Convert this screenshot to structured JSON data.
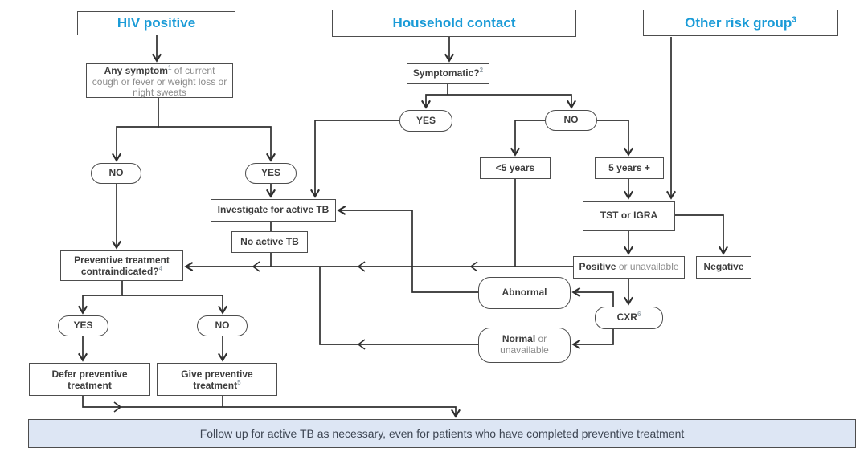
{
  "palette": {
    "accent_blue": "#1a9bd7",
    "box_border": "#4d4d4d",
    "line_color": "#2f2f2f",
    "text_dark": "#3d3d3d",
    "text_gray": "#8c8c8c",
    "bar_fill": "#dde6f4"
  },
  "headers": {
    "hiv": "HIV positive",
    "household": "Household contact",
    "other": "Other risk group",
    "other_sup": "3"
  },
  "nodes": {
    "symptom_bold": "Any symptom",
    "symptom_sup": "1",
    "symptom_rest": " of current cough or fever or weight loss or night sweats",
    "symptomatic": "Symptomatic?",
    "symptomatic_sup": "2",
    "hiv_no": "NO",
    "hiv_yes": "YES",
    "hh_yes": "YES",
    "hh_no": "NO",
    "under5": "<5 years",
    "over5": "5 years +",
    "investigate": "Investigate for active TB",
    "no_active_tb": "No active TB",
    "tst": "TST or IGRA",
    "positive_bold": "Positive",
    "positive_rest": " or unavailable",
    "negative": "Negative",
    "cxr": "CXR",
    "cxr_sup": "6",
    "abnormal": "Abnormal",
    "normal_bold": "Normal",
    "normal_or": " or",
    "normal_line2": "unavailable",
    "contra_line1": "Preventive treatment",
    "contra_line2": "contraindicated?",
    "contra_sup": "4",
    "pt_yes": "YES",
    "pt_no": "NO",
    "defer_line1": "Defer preventive",
    "defer_line2": "treatment",
    "give_line1": "Give preventive",
    "give_line2": "treatment",
    "give_sup": "5",
    "followup_bar": "Follow up for active TB as necessary, even for patients who have completed preventive treatment"
  }
}
